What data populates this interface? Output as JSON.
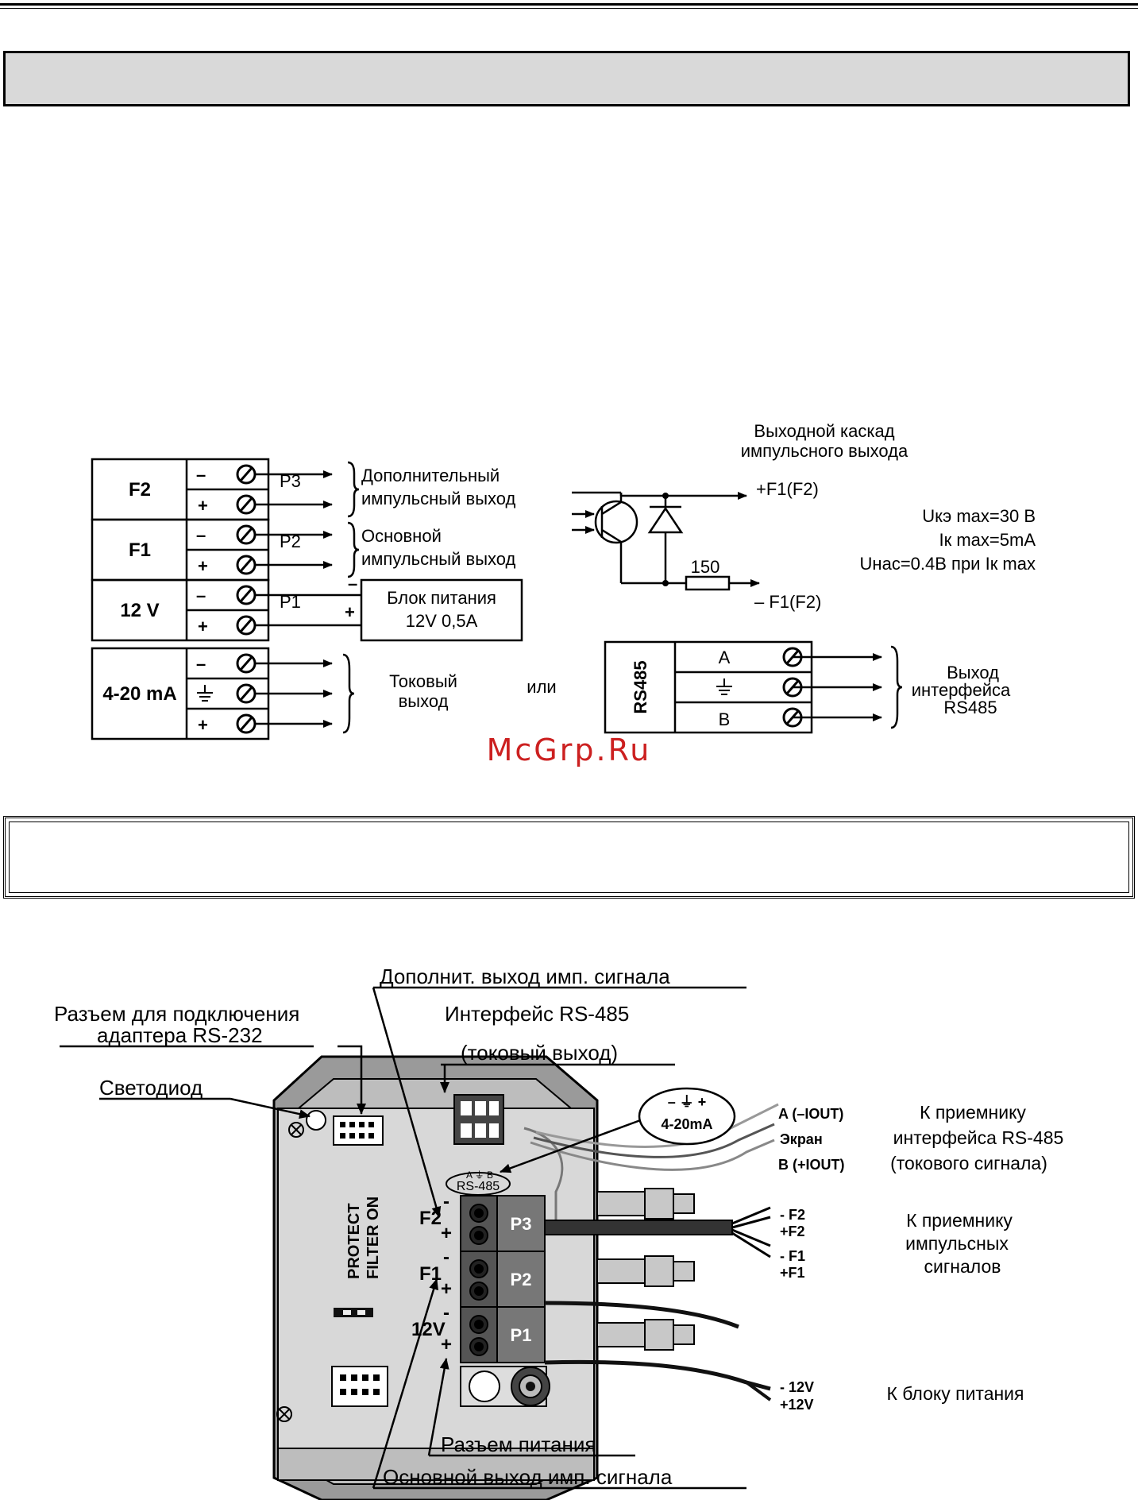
{
  "terminal_diagram": {
    "groups": [
      {
        "label": "F2",
        "signs": [
          "–",
          "+"
        ],
        "bracket": "Р3",
        "desc": [
          "Дополнительный",
          "импульсный выход"
        ]
      },
      {
        "label": "F1",
        "signs": [
          "–",
          "+"
        ],
        "bracket": "Р2",
        "desc": [
          "Основной",
          "импульсный выход"
        ]
      },
      {
        "label": "12 V",
        "signs": [
          "–",
          "+"
        ],
        "bracket": "Р1"
      },
      {
        "label": "4-20 mA",
        "signs": [
          "–",
          "+"
        ]
      }
    ],
    "psu": {
      "line1": "Блок питания",
      "line2": "12V 0,5A",
      "minus": "–",
      "plus": "+"
    },
    "current_out": [
      "Токовый",
      "выход"
    ],
    "or": "или",
    "rs485": {
      "label": "RS485",
      "rows": [
        "A",
        "B"
      ],
      "out": [
        "Выход",
        "интерфейса",
        "RS485"
      ]
    },
    "cascade": {
      "title": [
        "Выходной каскад",
        "импульсного выхода"
      ],
      "plus": "+F1(F2)",
      "minus": "– F1(F2)",
      "resistor": "150",
      "params": [
        "Uкэ max=30 В",
        "Iк max=5mA",
        "Uнас=0.4В при Iк max"
      ]
    }
  },
  "watermark": "McGrp.Ru",
  "board_diagram": {
    "callouts": {
      "aux_out": "Дополнит. выход имп. сигнала",
      "rs232": [
        "Разъем для подключения",
        "адаптера RS-232"
      ],
      "rs485_if": [
        "Интерфейс RS-485",
        "(токовый выход)"
      ],
      "led": "Светодиод",
      "power_conn": "Разъем питания",
      "main_out": "Основной выход имп. сигнала"
    },
    "bubble": {
      "signs": "–  ⏚  +",
      "label": "4-20mA"
    },
    "rs485_mark": "RS-485",
    "abk": "A ⏚ B",
    "board_labels": {
      "protect": "PROTECT",
      "filter": "FILTER ON",
      "f2": "F2",
      "f1": "F1",
      "v12": "12V",
      "p3": "P3",
      "p2": "P2",
      "p1": "P1"
    },
    "wires": {
      "a": "A (–IOUT)",
      "screen": "Экран",
      "b": "B (+IOUT)",
      "mf2": "- F2",
      "pf2": "+F2",
      "mf1": "- F1",
      "pf1": "+F1",
      "m12": "- 12V",
      "p12": "+12V"
    },
    "receivers": {
      "rs485": [
        "К приемнику",
        "интерфейса RS-485",
        "(токового сигнала)"
      ],
      "pulse": [
        "К приемнику",
        "импульсных",
        "сигналов"
      ],
      "power": "К блоку питания"
    }
  }
}
